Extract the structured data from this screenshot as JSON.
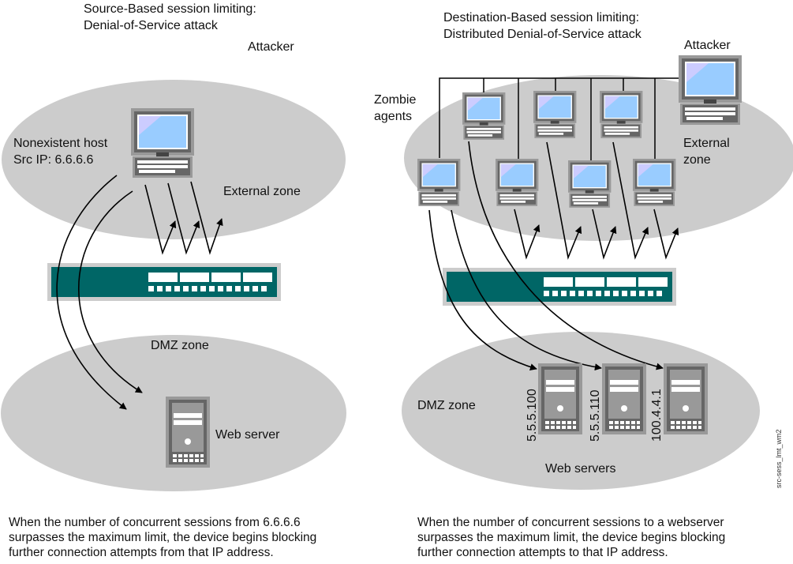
{
  "left_panel": {
    "title_line1": "Source-Based session limiting:",
    "title_line2": "Denial-of-Service attack",
    "attacker_label": "Attacker",
    "host_label_line1": "Nonexistent host",
    "host_label_line2": "Src IP: 6.6.6.6",
    "external_zone_label": "External zone",
    "dmz_zone_label": "DMZ zone",
    "server_label": "Web server",
    "caption_line1": "When the number of concurrent sessions from 6.6.6.6",
    "caption_line2": "surpasses the maximum limit, the device begins blocking",
    "caption_line3": "further connection attempts from that IP address."
  },
  "right_panel": {
    "title_line1": "Destination-Based session limiting:",
    "title_line2": "Distributed Denial-of-Service attack",
    "attacker_label": "Attacker",
    "zombie_label_line1": "Zombie",
    "zombie_label_line2": "agents",
    "external_zone_label_line1": "External",
    "external_zone_label_line2": "zone",
    "dmz_zone_label": "DMZ zone",
    "servers_label": "Web servers",
    "server_ips": [
      "5.5.5.100",
      "5.5.5.110",
      "100.4.4.1"
    ],
    "caption_line1": "When the number of concurrent sessions to a webserver",
    "caption_line2": "surpasses the maximum limit, the device begins blocking",
    "caption_line3": "further connection attempts to that IP address."
  },
  "figure_id": "src-sess_lmt_wm2",
  "colors": {
    "zone_fill": "#cccccc",
    "device_teal": "#006666",
    "device_frame": "#cccccc",
    "screen_blue": "#99ccff",
    "screen_violet": "#ccccff",
    "computer_gray": "#666666",
    "computer_light": "#999999"
  }
}
